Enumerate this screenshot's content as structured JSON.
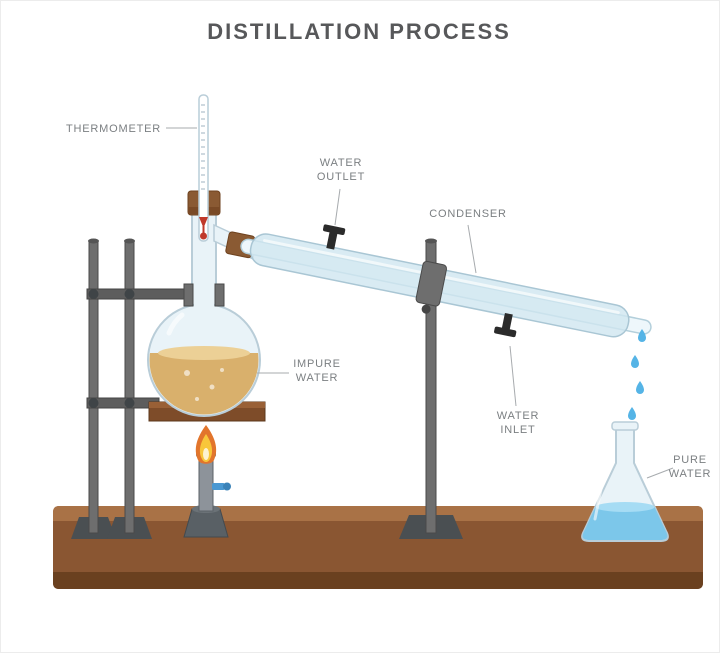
{
  "title": "DISTILLATION PROCESS",
  "labels": {
    "thermometer": "THERMOMETER",
    "water_outlet": [
      "WATER",
      "OUTLET"
    ],
    "condenser": "CONDENSER",
    "impure_water": [
      "IMPURE",
      "WATER"
    ],
    "water_inlet": [
      "WATER",
      "INLET"
    ],
    "pure_water": [
      "PURE",
      "WATER"
    ]
  },
  "colors": {
    "title": "#57585a",
    "label": "#7b7f82",
    "table_top": "#a97246",
    "table_front": "#8a5632",
    "table_shadow": "#6a401f",
    "stand": "#6e6e6e",
    "stand_base": "#4a4f52",
    "glass_fill": "#e9f3f8",
    "glass_stroke": "#b9cdd8",
    "impure_liquid": "#d9b06c",
    "impure_surface": "#ecd096",
    "pure_liquid": "#7cc7ea",
    "pure_surface": "#a6dcf4",
    "condenser_fill": "#cfe6f0",
    "inner_tube_fill": "#eef7fb",
    "cork": "#8a5a33",
    "flame_outer": "#e2752c",
    "flame_inner": "#f8c63a",
    "tap": "#2b2b2b",
    "burner_body": "#8d939a",
    "burner_base": "#596065",
    "valve_blue": "#4a98d2",
    "platform": "#7e4c29",
    "drop": "#55b4e6"
  }
}
